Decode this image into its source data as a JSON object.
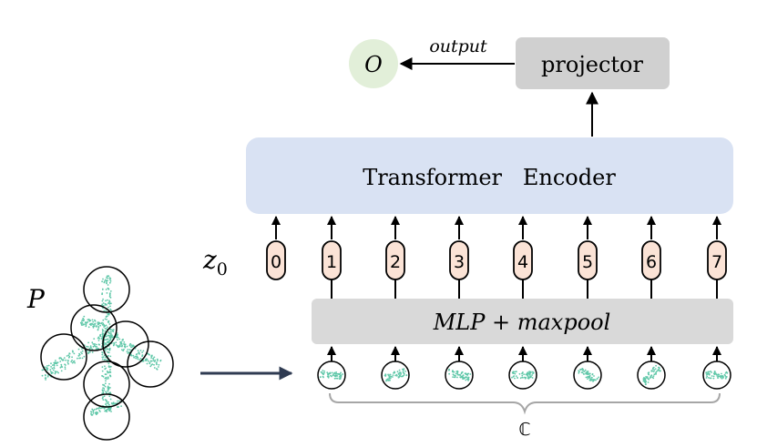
{
  "diagram": {
    "output_node": "O",
    "output_label": "output",
    "projector_label": "projector",
    "transformer_label": "Transformer   Encoder",
    "z0_label": "z",
    "z0_subscript": "0",
    "tokens": [
      "0",
      "1",
      "2",
      "3",
      "4",
      "5",
      "6",
      "7"
    ],
    "mlp_label": "MLP + maxpool",
    "input_label": "P",
    "patches_label": "ℂ",
    "colors": {
      "output_node_fill": "#e2efd9",
      "projector_fill": "#d0d0d0",
      "transformer_fill": "#d9e2f3",
      "mlp_fill": "#d9d9d9",
      "token_fill": "#fbe3d6",
      "point_cloud": "#5fc7a8",
      "arrow": "#000000",
      "input_arrow": "#2f3b52",
      "brace": "#a6a6a6"
    }
  }
}
